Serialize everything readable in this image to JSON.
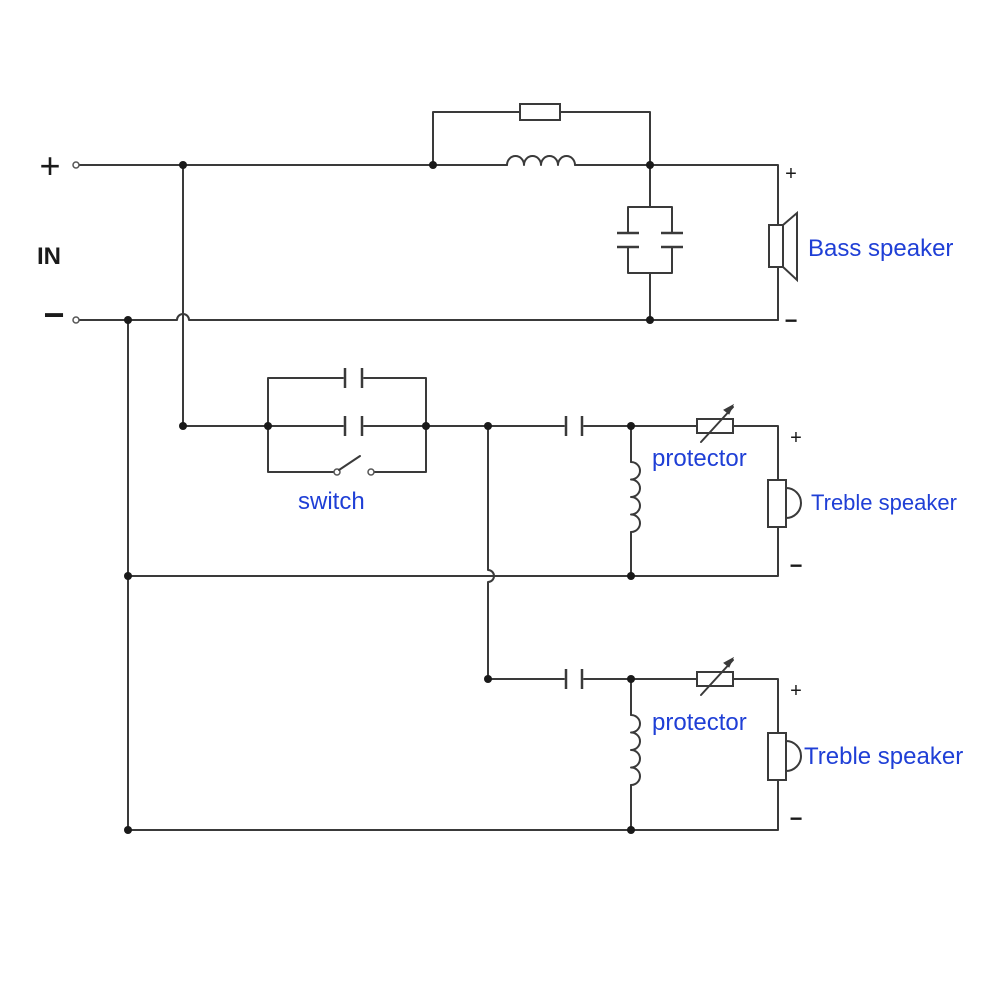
{
  "input": {
    "plus": "+",
    "label": "IN",
    "minus": "−"
  },
  "bass": {
    "label": "Bass speaker",
    "plus": "+",
    "minus": "−"
  },
  "switch_label": "switch",
  "treble1": {
    "protector": "protector",
    "label": "Treble speaker",
    "plus": "+",
    "minus": "−"
  },
  "treble2": {
    "protector": "protector",
    "label": "Treble speaker",
    "plus": "+",
    "minus": "−"
  },
  "colors": {
    "wire": "#3a3a3a",
    "label_blue": "#1f3fd6",
    "label_black": "#1a1a1a"
  }
}
